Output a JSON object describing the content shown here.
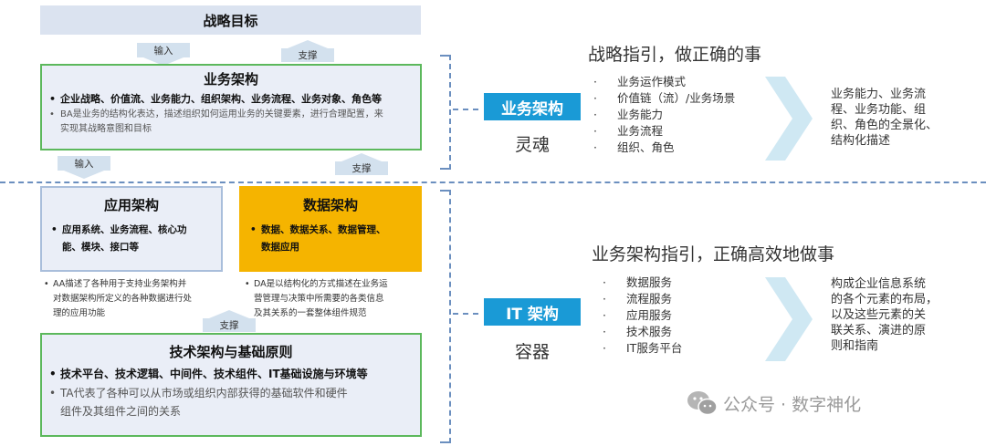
{
  "goal": {
    "title": "战略目标"
  },
  "arrows": {
    "top_input": "输入",
    "top_support": "支撑",
    "mid_input": "输入",
    "mid_support": "支撑",
    "tech_support": "支撑"
  },
  "business_box": {
    "title": "业务架构",
    "bullet1": "企业战略、价值流、业务能力、组织架构、业务流程、业务对象、角色等",
    "bullet2_line1": "BA是业务的结构化表达，描述组织如何运用业务的关键要素，进行合理配置，来",
    "bullet2_line2": "实现其战略意图和目标"
  },
  "app_box": {
    "title": "应用架构",
    "bullet_line1": "应用系统、业务流程、核心功",
    "bullet_line2": "能、模块、接口等"
  },
  "data_box": {
    "title": "数据架构",
    "bullet_line1": "数据、数据关系、数据管理、",
    "bullet_line2": "数据应用"
  },
  "app_desc": {
    "line1": "AA描述了各种用于支持业务架构并",
    "line2": "对数据架构所定义的各种数据进行处",
    "line3": "理的应用功能"
  },
  "data_desc": {
    "line1": "DA是以结构化的方式描述在业务运",
    "line2": "营管理与决策中所需要的各类信息",
    "line3": "及其关系的一套整体组件规范"
  },
  "tech_box": {
    "title": "技术架构与基础原则",
    "bullet1": "技术平台、技术逻辑、中间件、技术组件、IT基础设施与环境等",
    "bullet2_line1": "TA代表了各种可以从市场或组织内部获得的基础软件和硬件",
    "bullet2_line2": "组件及其组件之间的关系"
  },
  "right_top": {
    "chip": "业务架构",
    "sub": "灵魂",
    "heading": "战略指引，做正确的事",
    "items": [
      "业务运作模式",
      "价值链（流）/业务场景",
      "业务能力",
      "业务流程",
      "组织、角色"
    ],
    "desc_lines": [
      "业务能力、业务流",
      "程、业务功能、组",
      "织、角色的全景化、",
      "结构化描述"
    ]
  },
  "right_bottom": {
    "chip": "IT 架构",
    "sub": "容器",
    "heading": "业务架构指引，正确高效地做事",
    "items": [
      "数据服务",
      "流程服务",
      "应用服务",
      "技术服务",
      "IT服务平台"
    ],
    "desc_lines": [
      "构成企业信息系统",
      "的各个元素的布局，",
      "以及这些元素的关",
      "联关系、演进的原",
      "则和指南"
    ]
  },
  "watermark": {
    "text": "公众号 · 数字神化",
    "icon": "wechat-icon"
  },
  "colors": {
    "box_border": "#5cb85c",
    "box_fill": "#eaeef7",
    "data_fill": "#f5b400",
    "chip": "#1a9ad6",
    "chevron": "#cfe8f3",
    "divider": "#6b8fbf"
  }
}
